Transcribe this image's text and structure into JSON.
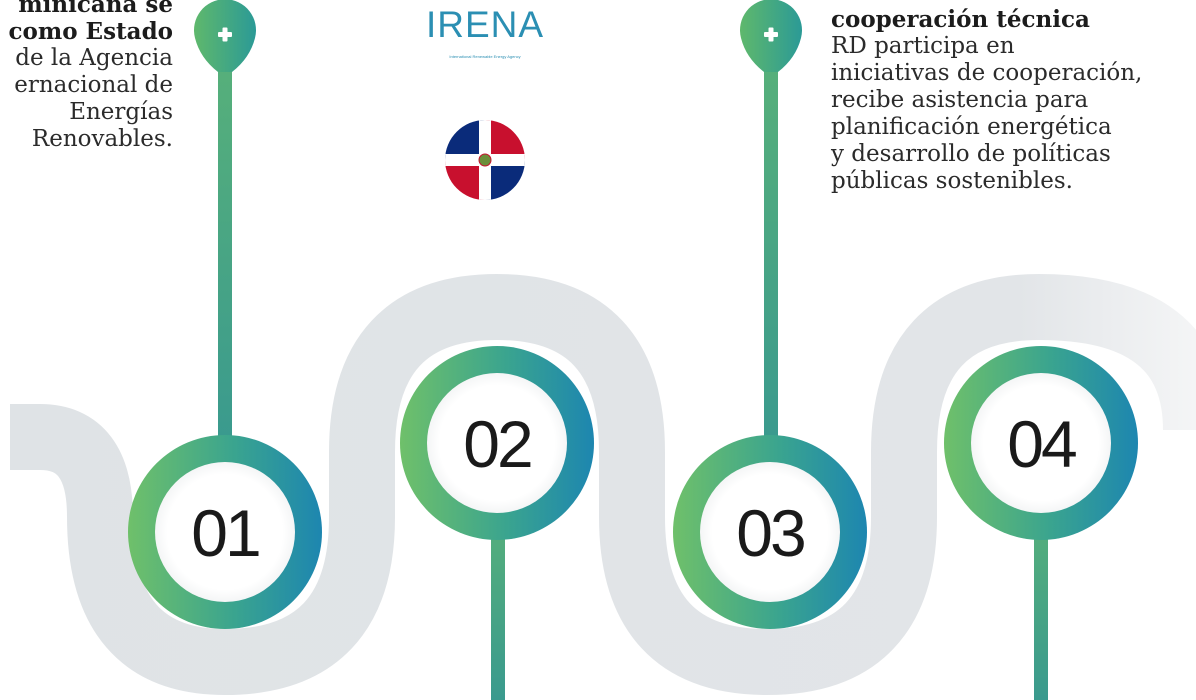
{
  "blocks": {
    "left": {
      "lines_bold": [
        "minicana se",
        "como Estado"
      ],
      "lines": [
        "de la Agencia",
        "ernacional de",
        "Energías",
        "Renovables."
      ]
    },
    "right": {
      "title": "cooperación técnica",
      "lines": [
        "RD participa en",
        "iniciativas de cooperación,",
        "recibe asistencia para",
        "planificación energética",
        "y desarrollo de políticas",
        "públicas sostenibles."
      ]
    }
  },
  "logo": {
    "name": "IRENA",
    "tagline": "International Renewable Energy Agency"
  },
  "flag": {
    "icon": "dominican-republic-flag-icon"
  },
  "nodes": [
    {
      "number": "01"
    },
    {
      "number": "02"
    },
    {
      "number": "03"
    },
    {
      "number": "04"
    }
  ],
  "colors": {
    "track": "#e1e4e7",
    "gradient_green": "#6fc06a",
    "gradient_teal": "#3aa48f",
    "gradient_blue": "#1d86b0",
    "stem": "#4a9e8c"
  }
}
